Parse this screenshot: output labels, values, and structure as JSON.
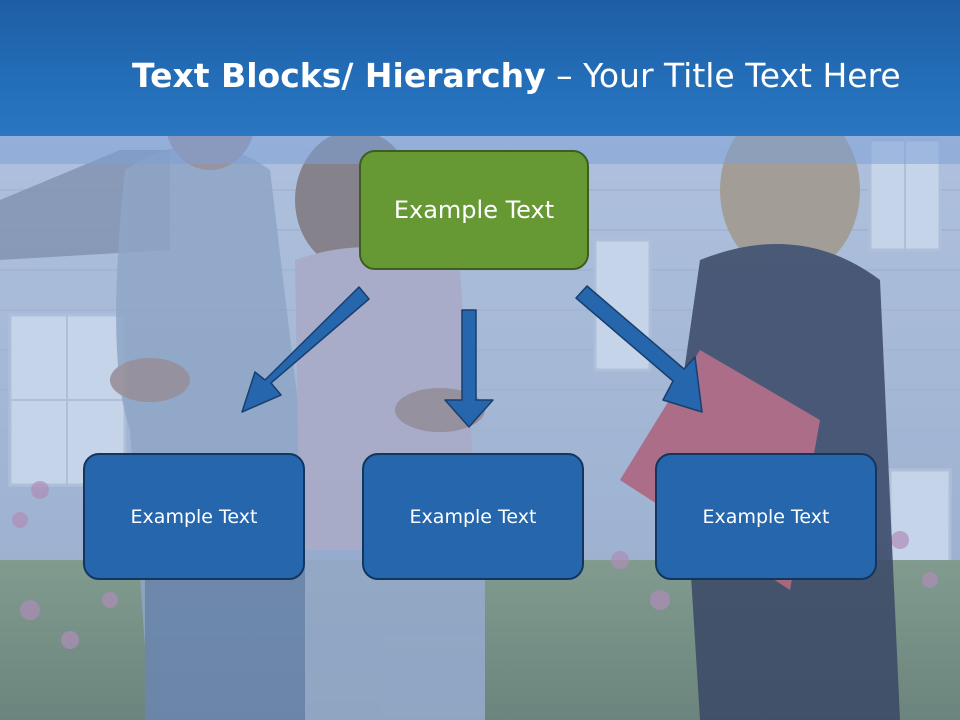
{
  "slide": {
    "title_bold": "Text Blocks/ Hierarchy",
    "title_rest": " – Your Title Text Here"
  },
  "hierarchy": {
    "root": {
      "label": "Example Text"
    },
    "children": [
      {
        "label": "Example Text"
      },
      {
        "label": "Example Text"
      },
      {
        "label": "Example Text"
      }
    ]
  },
  "colors": {
    "title_bar": "#2570bb",
    "root_fill": "#669933",
    "child_fill": "#2566ac",
    "arrow_fill": "#2566ac"
  }
}
